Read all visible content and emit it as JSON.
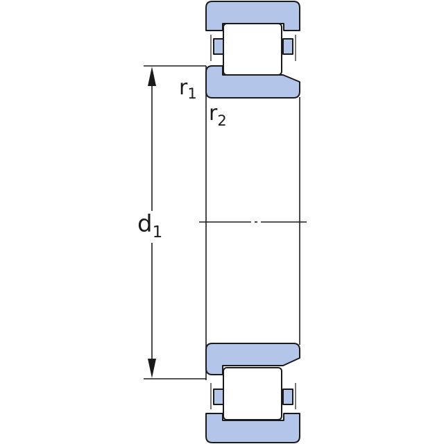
{
  "labels": {
    "r1_main": "r",
    "r1_sub": "1",
    "r2_main": "r",
    "r2_sub": "2",
    "d1_main": "d",
    "d1_sub": "1"
  },
  "colors": {
    "ring_fill": "#b3c5e8",
    "stroke": "#1a1a1a",
    "roller_fill": "#ffffff"
  }
}
